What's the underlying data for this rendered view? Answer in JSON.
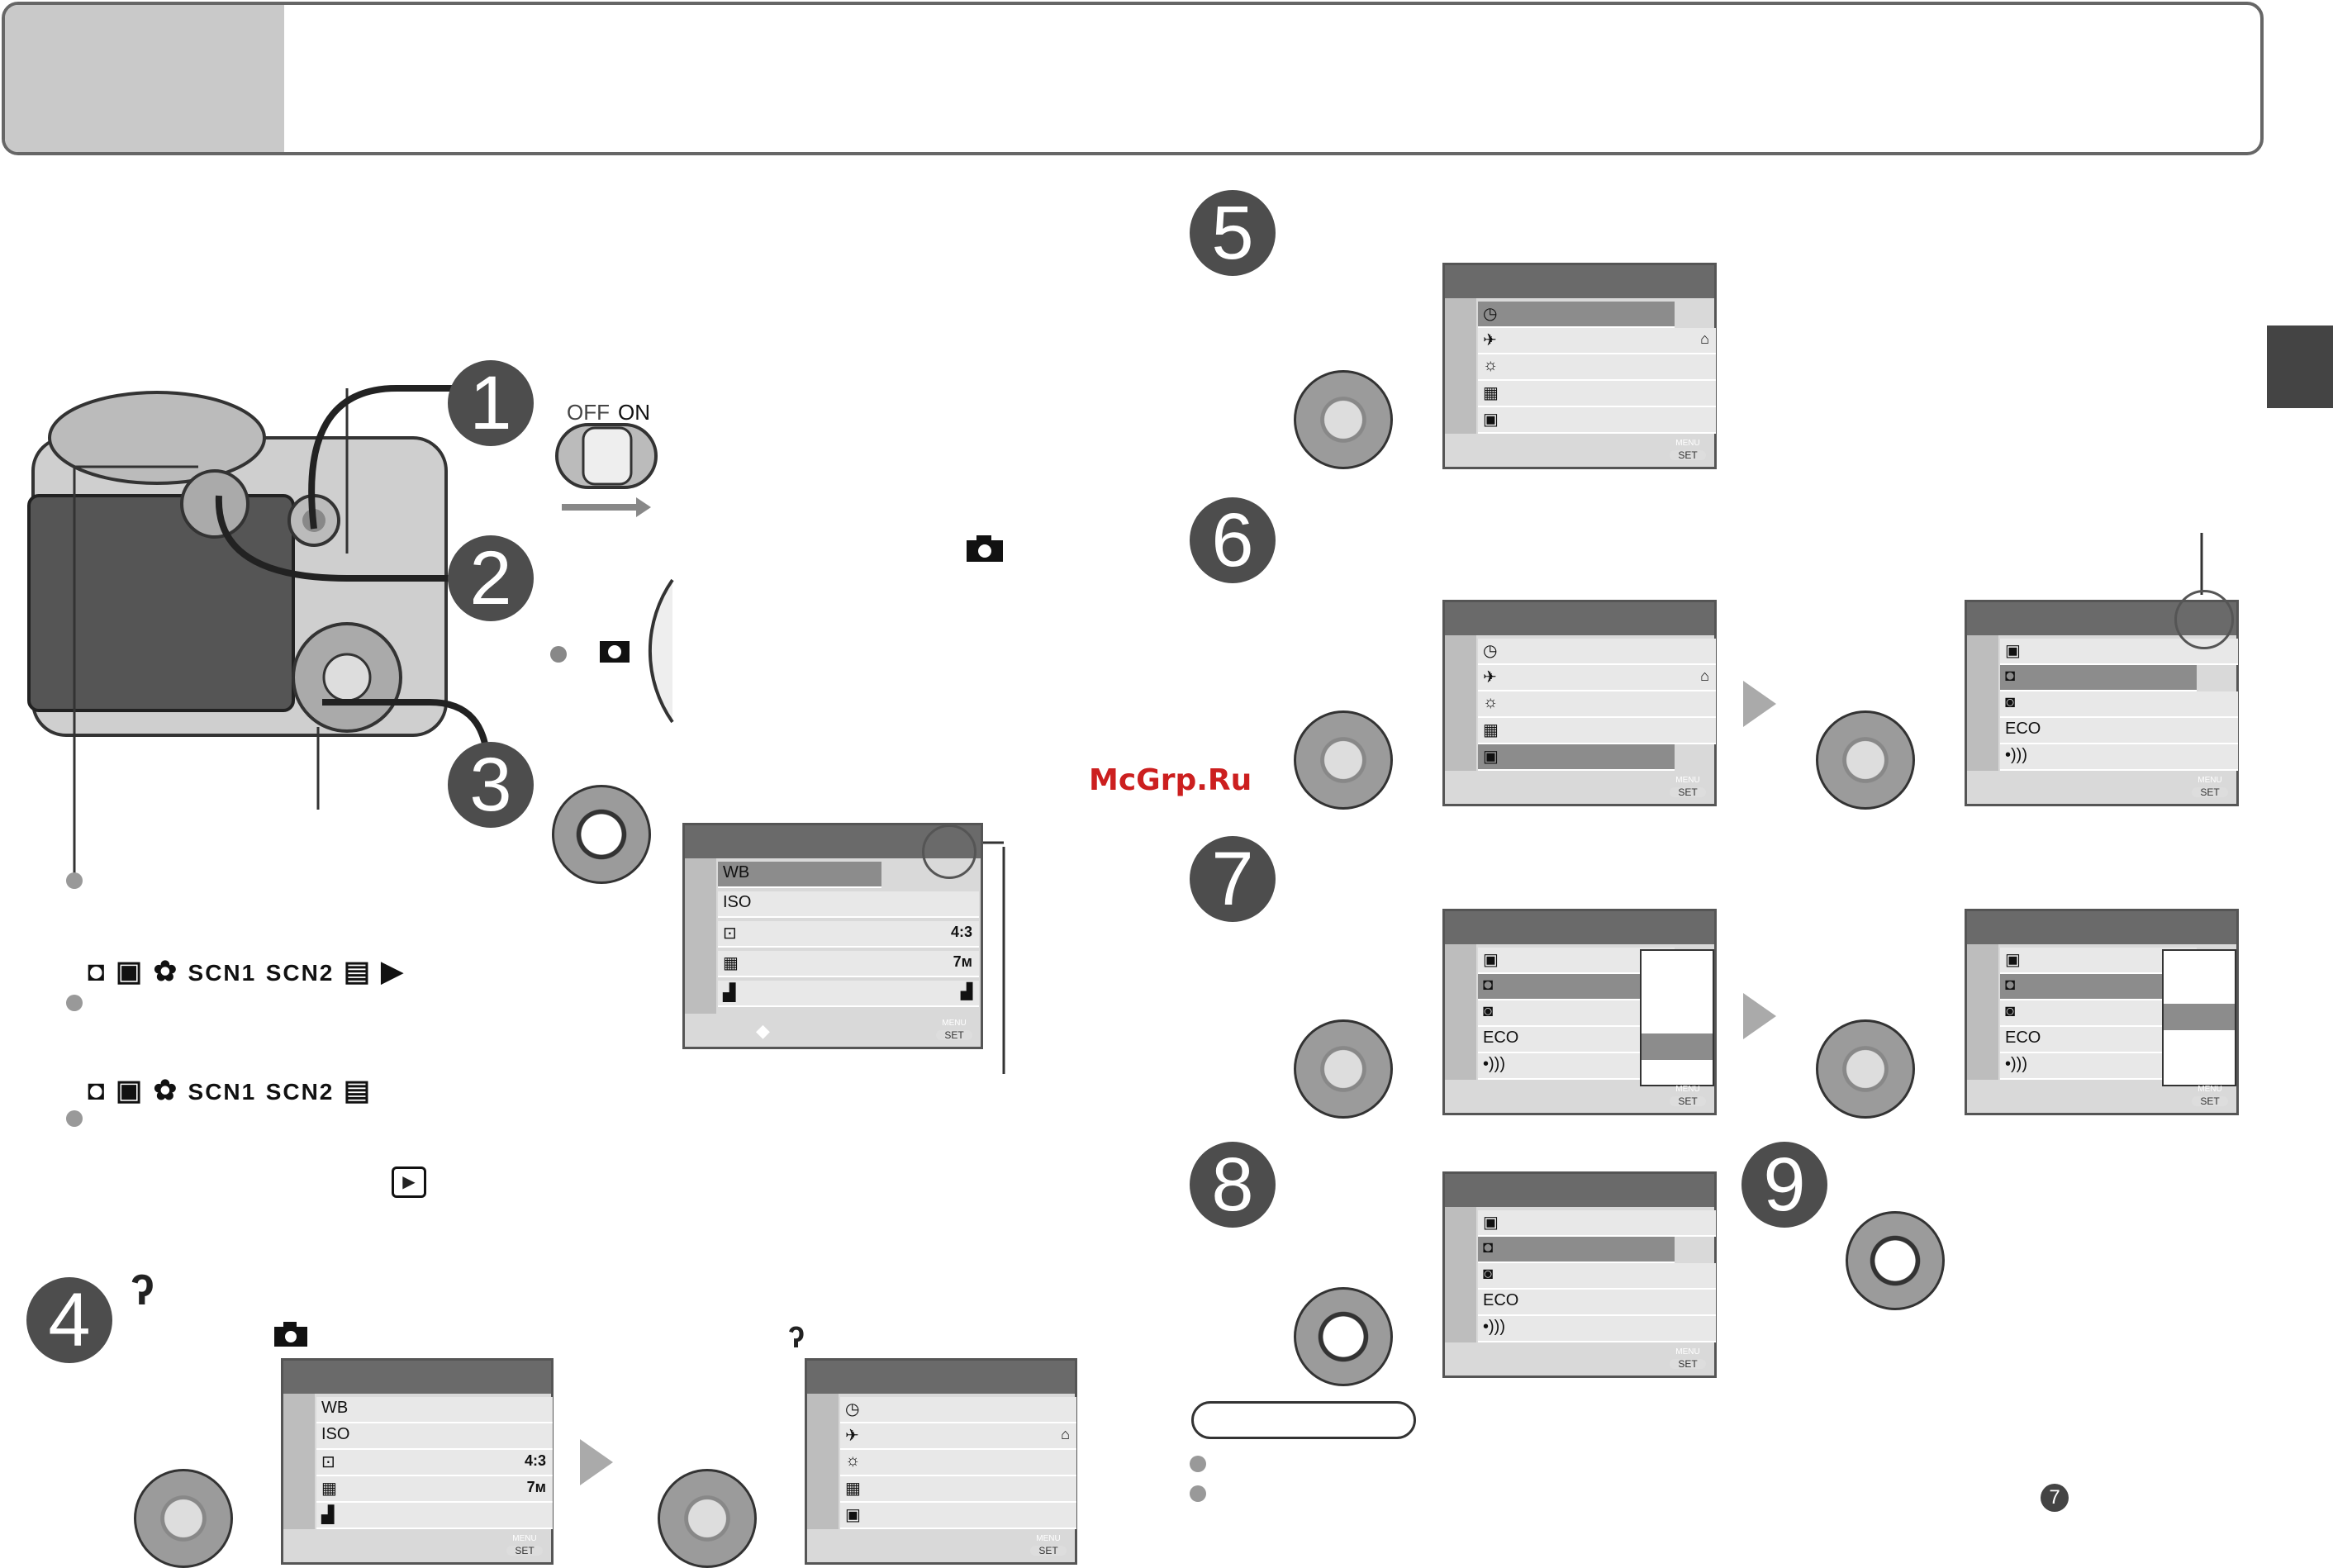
{
  "watermark": "McGrp.Ru",
  "steps": [
    "1",
    "2",
    "3",
    "4",
    "5",
    "6",
    "7",
    "8",
    "9"
  ],
  "switch_labels": {
    "off": "OFF",
    "on": "ON"
  },
  "mode_icons_row1": [
    "camera",
    "intelligent-auto",
    "flower",
    "SCN1",
    "SCN2",
    "film",
    "play"
  ],
  "mode_icons_row2": [
    "camera",
    "intelligent-auto",
    "flower",
    "SCN1",
    "SCN2",
    "film"
  ],
  "scn1": "SCN1",
  "scn2": "SCN2",
  "rec_menu_rows": [
    {
      "label": "WB",
      "value": ""
    },
    {
      "label": "ISO",
      "value": ""
    },
    {
      "label": "⊡",
      "value": "4:3"
    },
    {
      "label": "▦",
      "value": "7м"
    },
    {
      "label": "▟",
      "value": "▟"
    }
  ],
  "setup_menu_rows": [
    {
      "label": "◷",
      "value": ""
    },
    {
      "label": "✈",
      "value": "⌂"
    },
    {
      "label": "☼",
      "value": ""
    },
    {
      "label": "▦",
      "value": ""
    },
    {
      "label": "▣",
      "value": ""
    }
  ],
  "setup_menu_rows_b": [
    {
      "label": "▣",
      "value": ""
    },
    {
      "label": "◘",
      "value": ""
    },
    {
      "label": "◙",
      "value": ""
    },
    {
      "label": "ECO",
      "value": ""
    },
    {
      "label": "•)))",
      "value": ""
    }
  ],
  "menu_label": "MENU",
  "set_label": "SET",
  "value_43": "4:3",
  "value_7m": "7м",
  "eco_label": "ECO"
}
